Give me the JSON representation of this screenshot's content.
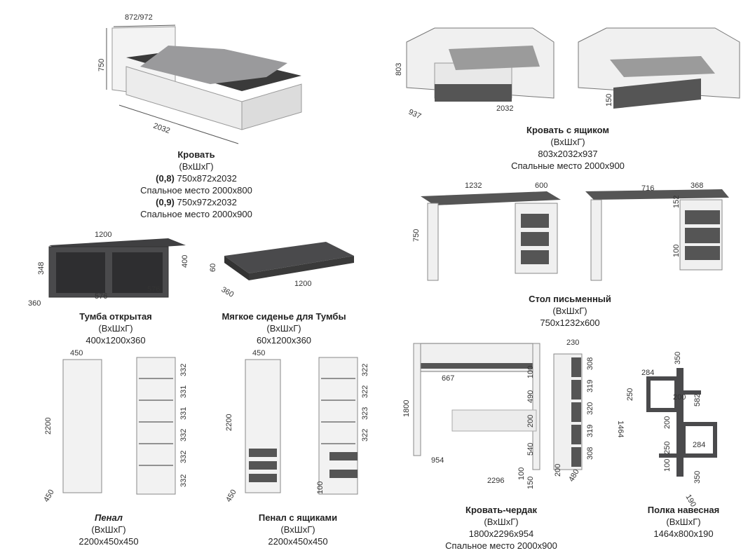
{
  "bed": {
    "title": "Кровать",
    "dims_label": "(ВхШхГ)",
    "v1_tag": "(0,8)",
    "v1_size": "750x872x2032",
    "v1_sleep": "Спальное место 2000x800",
    "v2_tag": "(0,9)",
    "v2_size": "750x972x2032",
    "v2_sleep": "Спальное место 2000x900",
    "d_width": "872/972",
    "d_height": "750",
    "d_length": "2032"
  },
  "bed_drawer": {
    "title": "Кровать с ящиком",
    "dims_label": "(ВхШхГ)",
    "size": "803x2032x937",
    "sleep": "Спальные место 2000x900",
    "d_height": "803",
    "d_depth": "937",
    "d_length": "2032",
    "d_drawer": "150"
  },
  "tumba": {
    "title": "Тумба открытая",
    "dims_label": "(ВхШхГ)",
    "size": "400x1200x360",
    "d_width": "1200",
    "d_h1": "348",
    "d_h2": "400",
    "d_depth": "360",
    "d_s1": "576",
    "d_s2": "576"
  },
  "seat": {
    "title": "Мягкое сиденье для Тумбы",
    "dims_label": "(ВхШхГ)",
    "size": "60x1200x360",
    "d_h": "60",
    "d_depth": "360",
    "d_width": "1200"
  },
  "desk": {
    "title": "Стол письменный",
    "dims_label": "(ВхШхГ)",
    "size": "750x1232x600",
    "d_width": "1232",
    "d_depth": "600",
    "d_height": "750",
    "d_716": "716",
    "d_368": "368",
    "d_152": "152",
    "d_100": "100"
  },
  "penal": {
    "title": "Пенал",
    "dims_label": "(ВхШхГ)",
    "size": "2200x450x450",
    "d_width": "450",
    "d_height": "2200",
    "d_depth": "450",
    "shelves": [
      "332",
      "331",
      "331",
      "332",
      "332",
      "332"
    ]
  },
  "penal_drawers": {
    "title": "Пенал с ящиками",
    "dims_label": "(ВхШхГ)",
    "size": "2200x450x450",
    "d_width": "450",
    "d_height": "2200",
    "d_depth": "450",
    "d_drawer": "100",
    "shelves": [
      "322",
      "322",
      "323",
      "322"
    ]
  },
  "loft": {
    "title": "Кровать-чердак",
    "dims_label": "(ВхШхГ)",
    "size": "1800x2296x954",
    "sleep": "Спальное место 2000x900",
    "d_height": "1800",
    "d_667": "667",
    "d_954": "954",
    "d_2296": "2296",
    "d_230": "230",
    "d_480": "480",
    "d_100a": "100",
    "d_490": "490",
    "d_200a": "200",
    "d_540": "540",
    "d_100b": "100",
    "d_150": "150",
    "d_200b": "200",
    "right": [
      "308",
      "319",
      "320",
      "319",
      "308"
    ]
  },
  "shelf": {
    "title": "Полка навесная",
    "dims_label": "(ВхШхГ)",
    "size": "1464x800x190",
    "d_1464": "1464",
    "d_284a": "284",
    "d_350a": "350",
    "d_250a": "250",
    "d_200a": "200",
    "d_582": "582",
    "d_200b": "200",
    "d_250b": "250",
    "d_284b": "284",
    "d_100": "100",
    "d_350b": "350",
    "d_190": "190"
  },
  "colors": {
    "white": "#f2f2f2",
    "dark": "#4a4a4c",
    "line": "#555555"
  }
}
